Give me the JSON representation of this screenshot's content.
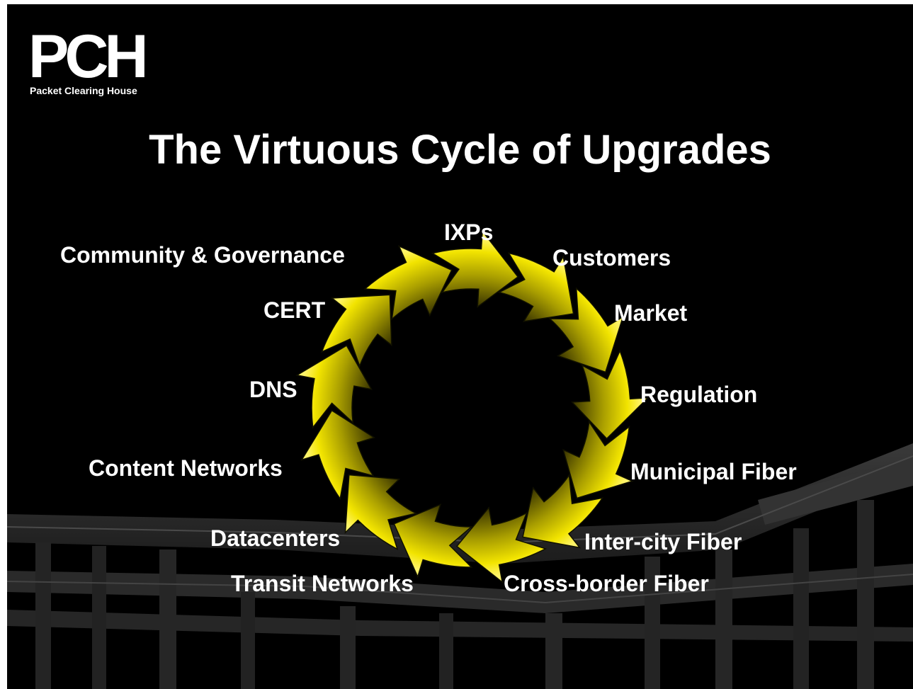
{
  "logo": {
    "letters": "PCH",
    "subtitle": "Packet Clearing House"
  },
  "title": "The Virtuous Cycle of Upgrades",
  "cycle": {
    "stages": [
      "IXPs",
      "Customers",
      "Market",
      "Regulation",
      "Municipal Fiber",
      "Inter-city Fiber",
      "Cross-border Fiber",
      "Transit Networks",
      "Datacenters",
      "Content Networks",
      "DNS",
      "CERT",
      "Community & Governance"
    ],
    "arrow_color": "#f2e400"
  },
  "colors": {
    "background": "#000000",
    "text": "#ffffff",
    "overpass": "#2b2b2b"
  }
}
